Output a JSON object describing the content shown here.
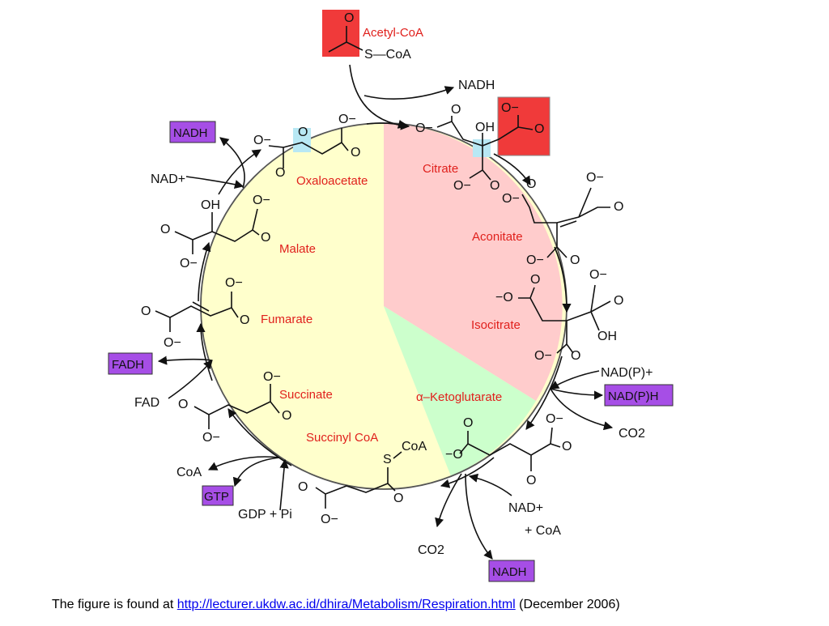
{
  "colors": {
    "highlight_red": "#f03a3a",
    "cofactor_purple": "#a64ee6",
    "label_red": "#e0201c",
    "sector_pink": "#ffcccc",
    "sector_green": "#ccffcc",
    "sector_yellow": "#ffffcc",
    "atom_highlight": "#b8e8f4"
  },
  "input": {
    "acetyl_coa_label": "Acetyl-CoA",
    "acetyl_coa_group": "S—CoA"
  },
  "intermediates": {
    "oxaloacetate": "Oxaloacetate",
    "citrate": "Citrate",
    "aconitate": "Aconitate",
    "isocitrate": "Isocitrate",
    "ketoglutarate": "α–Ketoglutarate",
    "succinyl_coa": "Succinyl CoA",
    "succinate": "Succinate",
    "fumarate": "Fumarate",
    "malate": "Malate"
  },
  "cofactors": {
    "nadh_top": "NADH",
    "nadh_oxaloacetate": "NADH",
    "nad_plus_malate": "NAD+",
    "fadh": "FADH",
    "fad": "FAD",
    "coa_out": "CoA",
    "gtp": "GTP",
    "gdp_pi": "GDP + Pi",
    "nadp_plus": "NAD(P)+",
    "nadph": "NAD(P)H",
    "co2_isocitrate": "CO2",
    "co2_ketoglutarate": "CO2",
    "nad_plus_ketoglutarate": "NAD+",
    "plus_coa": "+ CoA",
    "nadh_bottom": "NADH"
  },
  "atoms": {
    "O": "O",
    "O_minus": "O−",
    "OH": "OH",
    "minus_O": "−O",
    "S": "S",
    "CoA": "CoA"
  },
  "caption": {
    "prefix": "The figure is found at ",
    "link": "http://lecturer.ukdw.ac.id/dhira/Metabolism/Respiration.html",
    "suffix": " (December 2006)"
  }
}
